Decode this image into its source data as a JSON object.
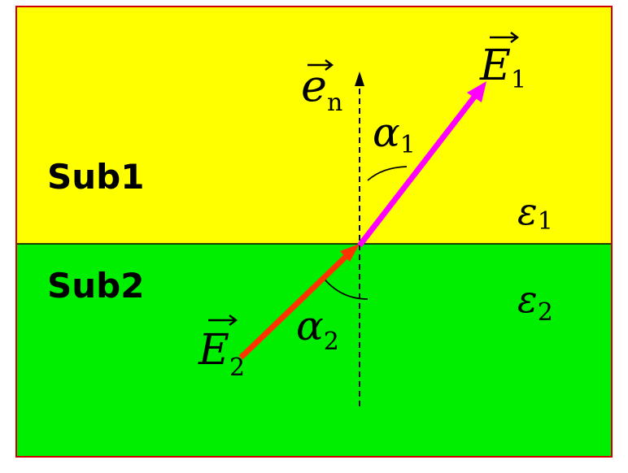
{
  "colors": {
    "medium1": "#ffff00",
    "medium2": "#00ee00",
    "border": "#cc0000",
    "vector_e1": "#ff00ff",
    "vector_e2": "#ff3300",
    "lines": "#000000"
  },
  "medium1": {
    "label": "Sub1",
    "permittivity": "ε",
    "permittivity_sub": "1"
  },
  "medium2": {
    "label": "Sub2",
    "permittivity": "ε",
    "permittivity_sub": "2"
  },
  "normal": {
    "symbol": "e",
    "subscript": "n"
  },
  "field1": {
    "symbol": "E",
    "subscript": "1"
  },
  "field2": {
    "symbol": "E",
    "subscript": "2"
  },
  "angle1": {
    "symbol": "α",
    "subscript": "1"
  },
  "angle2": {
    "symbol": "α",
    "subscript": "2"
  }
}
